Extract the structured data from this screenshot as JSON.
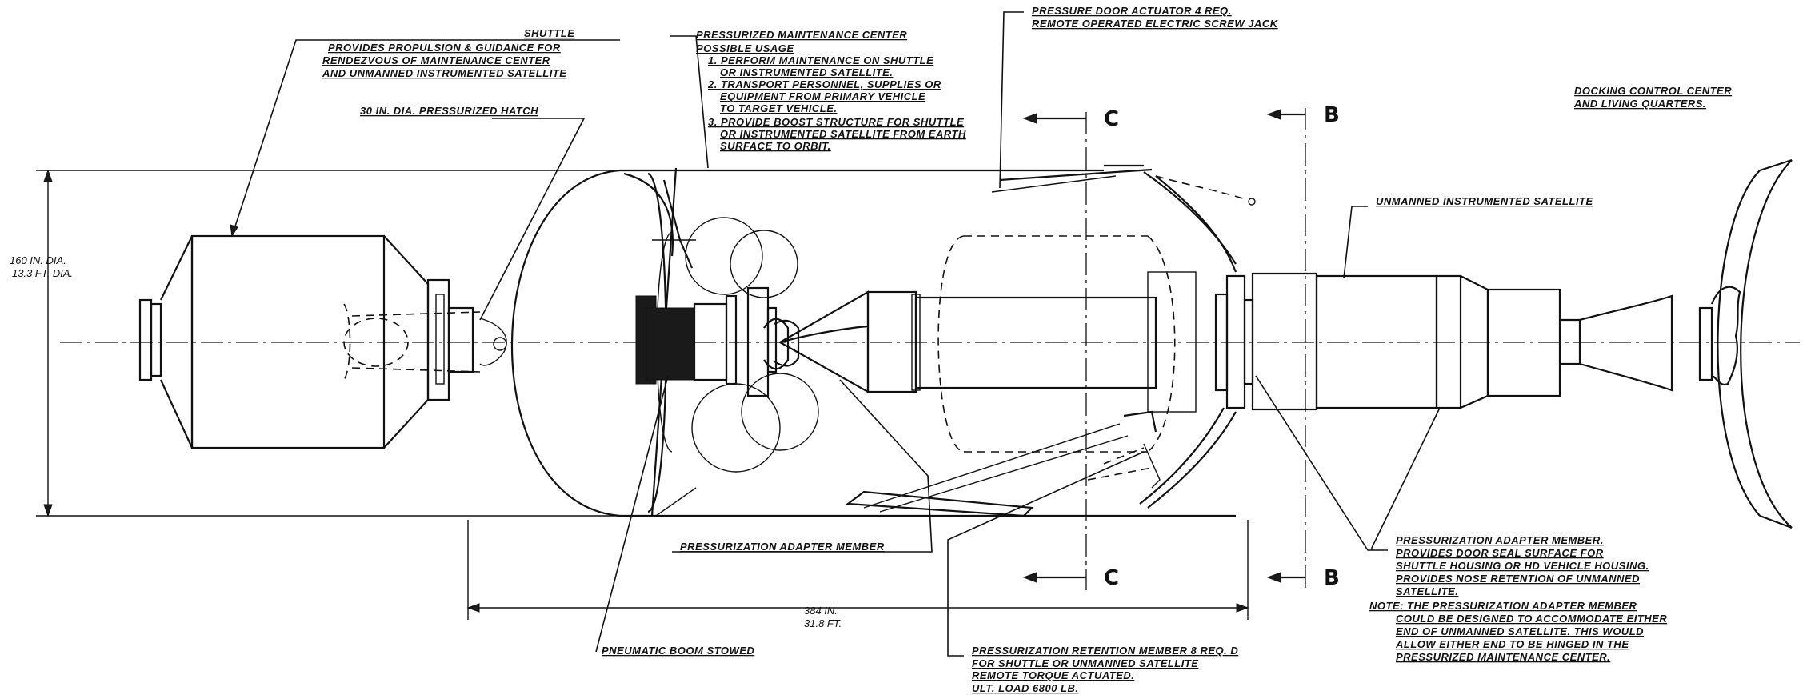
{
  "labels": {
    "shuttle": "SHUTTLE",
    "shuttle_desc": [
      "PROVIDES PROPULSION & GUIDANCE FOR",
      "RENDEZVOUS OF MAINTENANCE CENTER",
      "AND UNMANNED INSTRUMENTED SATELLITE"
    ],
    "hatch": "30 IN. DIA. PRESSURIZED HATCH",
    "diameter": [
      "160 IN. DIA.",
      "13.3 FT. DIA."
    ],
    "maint_title": "PRESSURIZED MAINTENANCE CENTER",
    "maint_usage": "POSSIBLE USAGE",
    "maint_items": [
      "1. PERFORM MAINTENANCE ON SHUTTLE",
      "OR INSTRUMENTED SATELLITE.",
      "2. TRANSPORT PERSONNEL, SUPPLIES OR",
      "EQUIPMENT FROM PRIMARY VEHICLE",
      "TO TARGET VEHICLE.",
      "3. PROVIDE BOOST STRUCTURE FOR SHUTTLE",
      "OR INSTRUMENTED SATELLITE FROM EARTH",
      "SURFACE TO ORBIT."
    ],
    "door_actuator": [
      "PRESSURE DOOR ACTUATOR  4 REQ.",
      "REMOTE OPERATED ELECTRIC SCREW JACK"
    ],
    "docking": [
      "DOCKING CONTROL CENTER",
      "AND LIVING QUARTERS."
    ],
    "unmanned": "UNMANNED INSTRUMENTED SATELLITE",
    "adapter_member": "PRESSURIZATION ADAPTER MEMBER",
    "boom": "PNEUMATIC BOOM STOWED",
    "overall_length": [
      "384 IN.",
      "31.8 FT."
    ],
    "retention": [
      "PRESSURIZATION RETENTION MEMBER  8 REQ. D",
      "FOR SHUTTLE OR UNMANNED SATELLITE",
      "REMOTE TORQUE ACTUATED.",
      "ULT. LOAD 6800 LB."
    ],
    "adapter_note": [
      "PRESSURIZATION ADAPTER MEMBER.",
      "PROVIDES DOOR SEAL SURFACE FOR",
      "SHUTTLE HOUSING OR HD VEHICLE HOUSING.",
      "PROVIDES NOSE RETENTION OF UNMANNED",
      "SATELLITE.",
      "NOTE: THE PRESSURIZATION ADAPTER MEMBER",
      "COULD BE DESIGNED TO ACCOMMODATE EITHER",
      "END OF UNMANNED SATELLITE. THIS WOULD",
      "ALLOW EITHER END TO BE HINGED IN THE",
      "PRESSURIZED MAINTENANCE CENTER."
    ]
  },
  "sections": {
    "c": "C",
    "b": "B"
  }
}
